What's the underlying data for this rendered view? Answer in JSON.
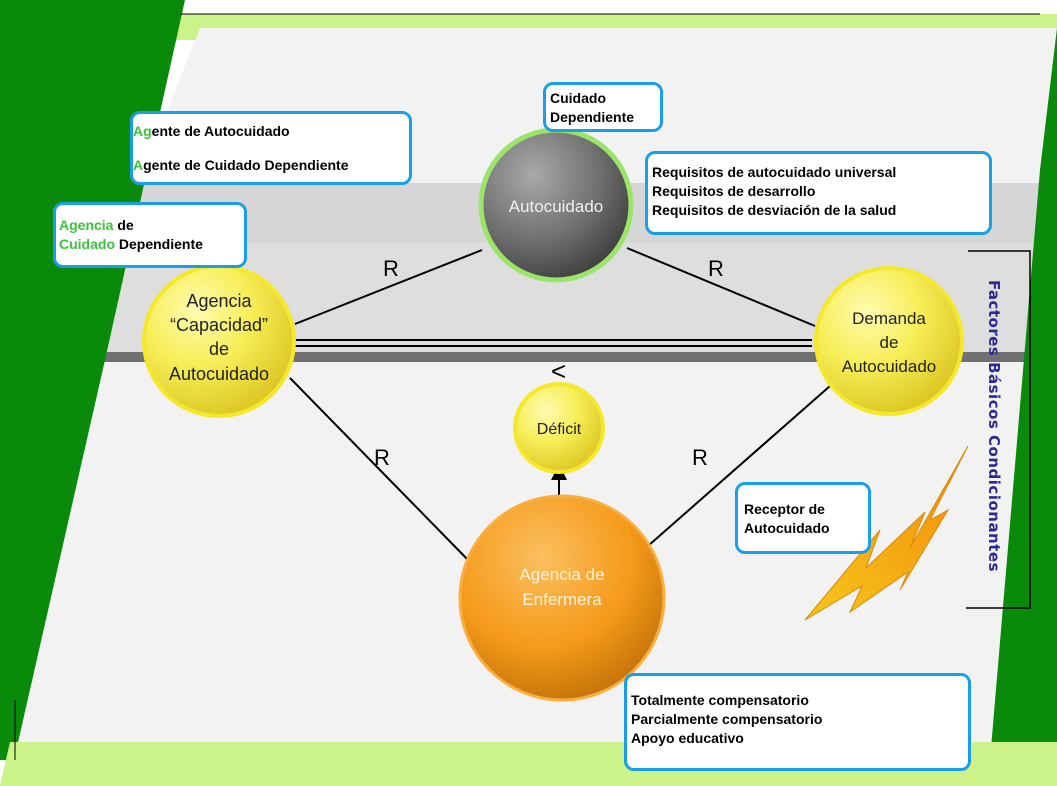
{
  "nodes": {
    "autocuidado": "Autocuidado",
    "agencia": [
      "Agencia",
      "“Capacidad”",
      "de",
      "Autocuidado"
    ],
    "demanda": [
      "Demanda",
      "de",
      "Autocuidado"
    ],
    "deficit": "Déficit",
    "enfermera": [
      "Agencia de",
      "Enfermera"
    ]
  },
  "relations": {
    "r1": "R",
    "r2": "R",
    "r3": "R",
    "r4": "R",
    "less_than": "<"
  },
  "boxes": {
    "cuidado_dependiente": [
      "Cuidado",
      "Dependiente"
    ],
    "agente": {
      "line1_prefix": "Ag",
      "line1_rest": "ente de Autocuidado",
      "line2_prefix": "A",
      "line2_rest": "gente de Cuidado Dependiente"
    },
    "agencia_cuidado": {
      "line1_hl": "Agencia",
      "line1_rest": " de",
      "line2_hl": "Cuidado",
      "line2_rest": " Dependiente"
    },
    "requisitos": [
      "Requisitos de autocuidado universal",
      "Requisitos de desarrollo",
      "Requisitos de desviación de la salud"
    ],
    "receptor": [
      "Receptor de",
      "Autocuidado"
    ],
    "sistemas": [
      "Totalmente compensatorio",
      "Parcialmente compensatorio",
      "Apoyo educativo"
    ]
  },
  "side_label": "Factores Básicos Condicionantes",
  "colors": {
    "green": "#0a8a0a",
    "lime": "#ccf28a",
    "box_border": "#1a9ee8",
    "yellow": "#f3ec3a",
    "orange": "#f7a21e",
    "gray_node": "#7a7a7a",
    "side_label": "#2c2a8c"
  }
}
